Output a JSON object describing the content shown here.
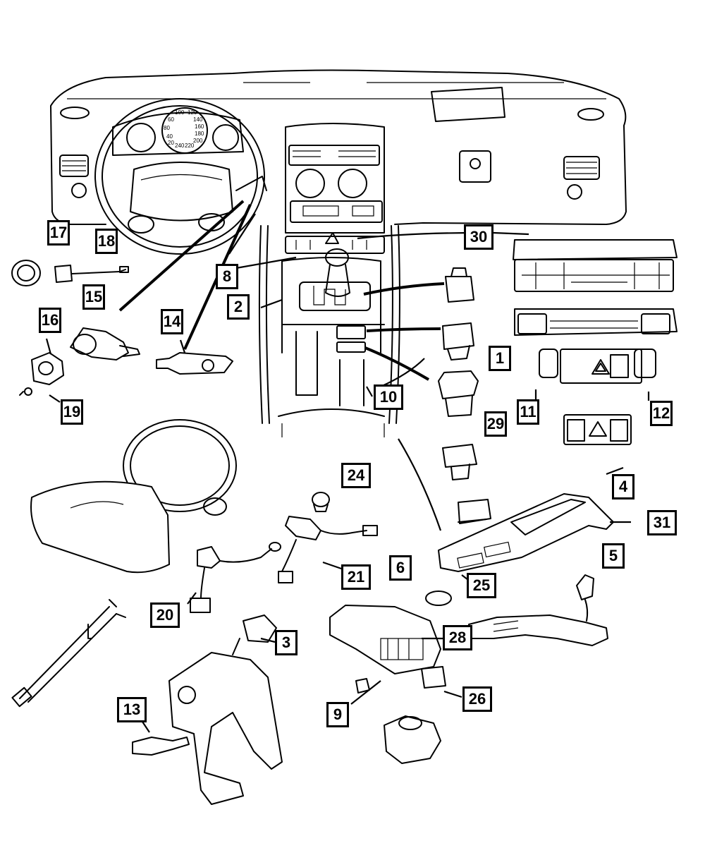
{
  "diagram": {
    "callouts": [
      {
        "id": "c17",
        "text": "17"
      },
      {
        "id": "c18",
        "text": "18"
      },
      {
        "id": "c15",
        "text": "15"
      },
      {
        "id": "c16",
        "text": "16"
      },
      {
        "id": "c14",
        "text": "14"
      },
      {
        "id": "c19",
        "text": "19"
      },
      {
        "id": "c8",
        "text": "8"
      },
      {
        "id": "c2",
        "text": "2"
      },
      {
        "id": "c30",
        "text": "30"
      },
      {
        "id": "c1",
        "text": "1"
      },
      {
        "id": "c10",
        "text": "10"
      },
      {
        "id": "c11",
        "text": "11"
      },
      {
        "id": "c12",
        "text": "12"
      },
      {
        "id": "c29",
        "text": "29"
      },
      {
        "id": "c4",
        "text": "4"
      },
      {
        "id": "c24",
        "text": "24"
      },
      {
        "id": "c31",
        "text": "31"
      },
      {
        "id": "c5",
        "text": "5"
      },
      {
        "id": "c6",
        "text": "6"
      },
      {
        "id": "c21",
        "text": "21"
      },
      {
        "id": "c25",
        "text": "25"
      },
      {
        "id": "c20",
        "text": "20"
      },
      {
        "id": "c3",
        "text": "3"
      },
      {
        "id": "c28",
        "text": "28"
      },
      {
        "id": "c13",
        "text": "13"
      },
      {
        "id": "c9",
        "text": "9"
      },
      {
        "id": "c26",
        "text": "26"
      }
    ],
    "gauge_marks": [
      "60",
      "80",
      "100",
      "120",
      "140",
      "160",
      "180",
      "200",
      "220",
      "240",
      "40",
      "20"
    ]
  }
}
